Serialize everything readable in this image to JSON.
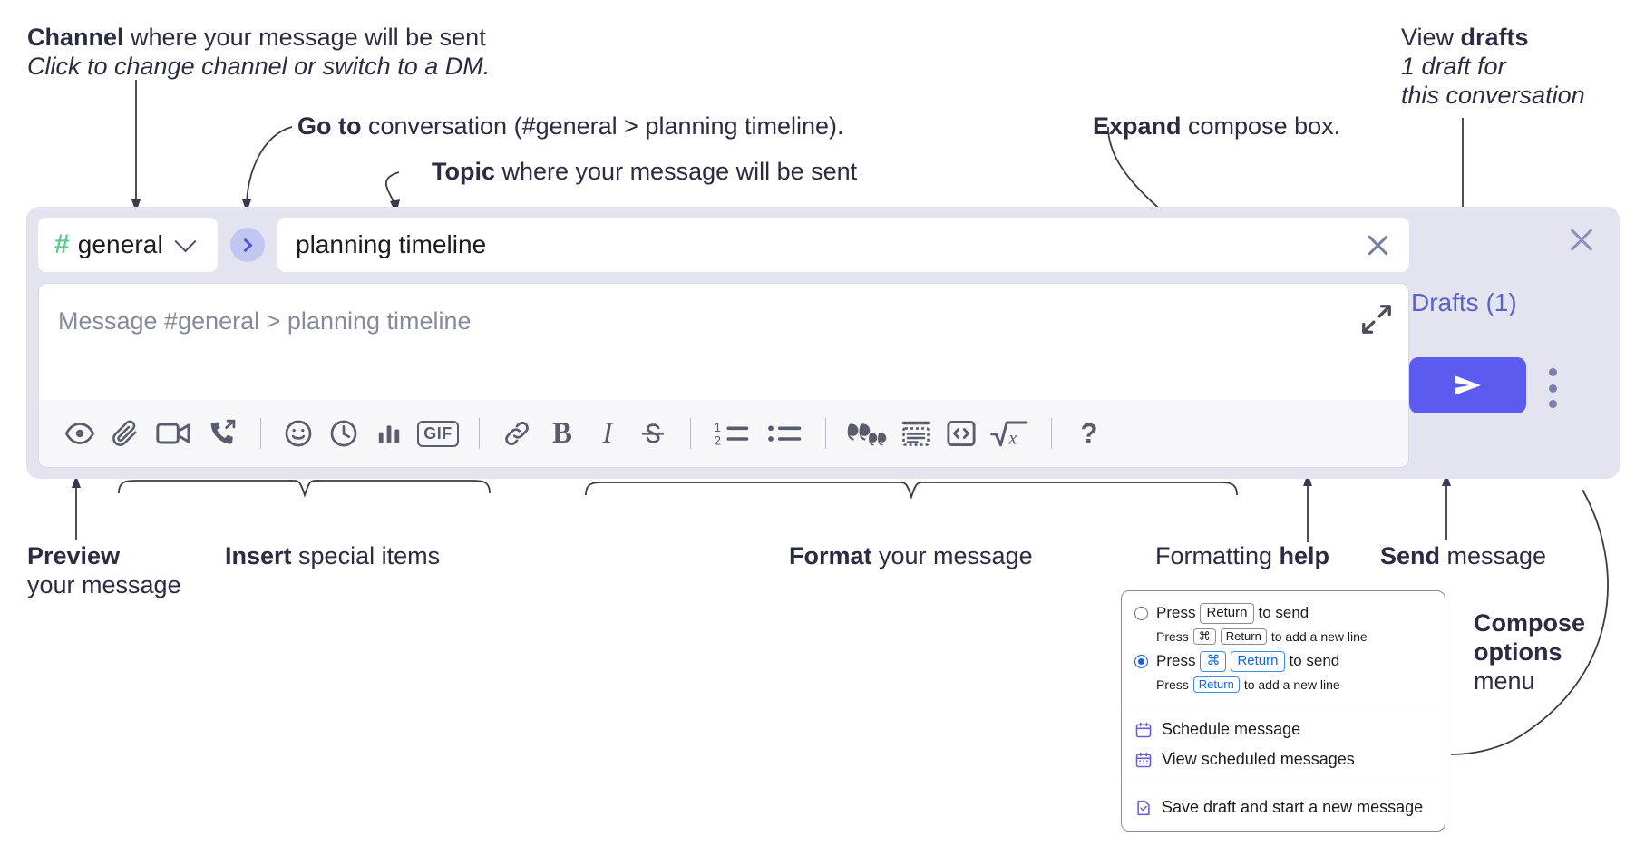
{
  "annotations": {
    "channel": {
      "bold": "Channel",
      "rest": " where your message will be sent",
      "italic": "Click to change channel or switch to a DM."
    },
    "goto": {
      "bold": "Go to",
      "rest": " conversation (#general > planning timeline)."
    },
    "topic": {
      "bold": "Topic",
      "rest": " where your message will be sent"
    },
    "expand": {
      "bold": "Expand",
      "rest": " compose box."
    },
    "drafts": {
      "lead": "View ",
      "bold": "drafts",
      "italic1": "1 draft for",
      "italic2": "this conversation"
    },
    "preview": {
      "bold": "Preview",
      "rest": "your message"
    },
    "insert": {
      "bold": "Insert",
      "rest": " special items"
    },
    "format": {
      "bold": "Format",
      "rest": " your message"
    },
    "formatting_help": {
      "lead": "Formatting ",
      "bold": "help"
    },
    "send": {
      "bold": "Send",
      "rest": " message"
    },
    "compose_options": {
      "bold1": "Compose",
      "bold2": "options",
      "rest": "menu"
    }
  },
  "compose": {
    "channel": {
      "hash": "#",
      "name": "general",
      "icon": "hash-icon",
      "chevron": "chevron-down-icon"
    },
    "goto_button": {
      "icon": "chevron-right-icon"
    },
    "topic": {
      "value": "planning timeline",
      "clear_icon": "close-icon"
    },
    "message": {
      "placeholder": "Message #general > planning timeline",
      "value": "",
      "expand_icon": "expand-icon"
    },
    "toolbar": [
      {
        "name": "preview-button",
        "icon": "eye-icon",
        "label": "Preview"
      },
      {
        "name": "attach-button",
        "icon": "paperclip-icon",
        "label": "Attach file"
      },
      {
        "name": "video-button",
        "icon": "video-camera-icon",
        "label": "Record video clip"
      },
      {
        "name": "huddle-button",
        "icon": "phone-forward-icon",
        "label": "Start huddle"
      },
      {
        "name": "separator-1",
        "icon": "divider",
        "label": ""
      },
      {
        "name": "emoji-button",
        "icon": "smiley-icon",
        "label": "Emoji"
      },
      {
        "name": "reminder-button",
        "icon": "clock-icon",
        "label": "Reminder"
      },
      {
        "name": "poll-button",
        "icon": "bar-chart-icon",
        "label": "Poll"
      },
      {
        "name": "gif-button",
        "icon": "gif-icon",
        "label": "GIF"
      },
      {
        "name": "separator-2",
        "icon": "divider",
        "label": ""
      },
      {
        "name": "link-button",
        "icon": "link-icon",
        "label": "Link"
      },
      {
        "name": "bold-button",
        "icon": "bold-icon",
        "label": "B"
      },
      {
        "name": "italic-button",
        "icon": "italic-icon",
        "label": "I"
      },
      {
        "name": "strikethrough-button",
        "icon": "strikethrough-icon",
        "label": "S"
      },
      {
        "name": "separator-3",
        "icon": "divider",
        "label": ""
      },
      {
        "name": "ordered-list-button",
        "icon": "ordered-list-icon",
        "label": ""
      },
      {
        "name": "bulleted-list-button",
        "icon": "bulleted-list-icon",
        "label": ""
      },
      {
        "name": "separator-4",
        "icon": "divider",
        "label": ""
      },
      {
        "name": "blockquote-button",
        "icon": "quote-icon",
        "label": ""
      },
      {
        "name": "code-block-button",
        "icon": "code-block-icon",
        "label": ""
      },
      {
        "name": "code-button",
        "icon": "code-icon",
        "label": ""
      },
      {
        "name": "math-button",
        "icon": "square-root-icon",
        "label": ""
      },
      {
        "name": "separator-5",
        "icon": "divider",
        "label": ""
      },
      {
        "name": "help-button",
        "icon": "question-mark-icon",
        "label": "?"
      }
    ],
    "rail": {
      "close_icon": "close-icon",
      "drafts_label": "Drafts (1)",
      "send_icon": "send-arrow-icon",
      "kebab_icon": "vertical-dots-icon"
    }
  },
  "menu": {
    "options": [
      {
        "selected": false,
        "line": {
          "pre": "Press",
          "key": "Return",
          "post": "to send"
        },
        "sub": {
          "pre": "Press",
          "key1": "⌘",
          "key2": "Return",
          "post": "to add a new line"
        }
      },
      {
        "selected": true,
        "line": {
          "pre": "Press",
          "key1": "⌘",
          "key2": "Return",
          "post": "to send"
        },
        "sub": {
          "pre": "Press",
          "key": "Return",
          "post": "to add a new line"
        }
      }
    ],
    "items": [
      {
        "label": "Schedule message",
        "icon": "calendar-icon"
      },
      {
        "label": "View scheduled messages",
        "icon": "calendar-grid-icon"
      },
      {
        "label": "Save draft and start a new message",
        "icon": "document-check-icon"
      }
    ]
  },
  "colors": {
    "compose_bg": "#e3e4f0",
    "send_button": "#5b5bf0",
    "hash_green": "#5fcb90",
    "drafts_purple": "#5c62c4",
    "menu_accent": "#1264e0",
    "menu_icon": "#6a5fd6"
  }
}
